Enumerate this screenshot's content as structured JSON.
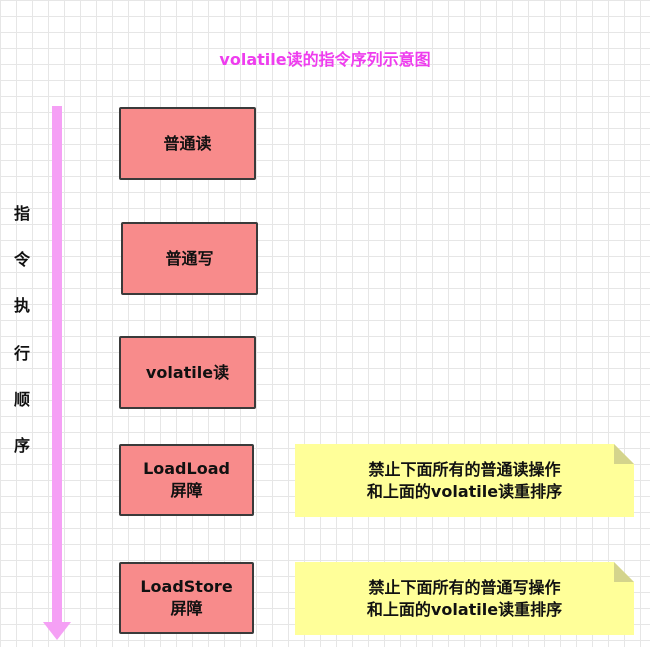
{
  "title": "volatile读的指令序列示意图",
  "order_label": [
    "指",
    "令",
    "执",
    "行",
    "顺",
    "序"
  ],
  "instructions": [
    "普通读",
    "普通写",
    "volatile读",
    "LoadLoad\n屏障",
    "LoadStore\n屏障"
  ],
  "notes": [
    "禁止下面所有的普通读操作\n和上面的volatile读重排序",
    "禁止下面所有的普通写操作\n和上面的volatile读重排序"
  ],
  "colors": {
    "title": "#ee3dee",
    "arrow": "#f5a0f5",
    "box_fill": "#f88b8b",
    "note_fill": "#ffff99"
  }
}
